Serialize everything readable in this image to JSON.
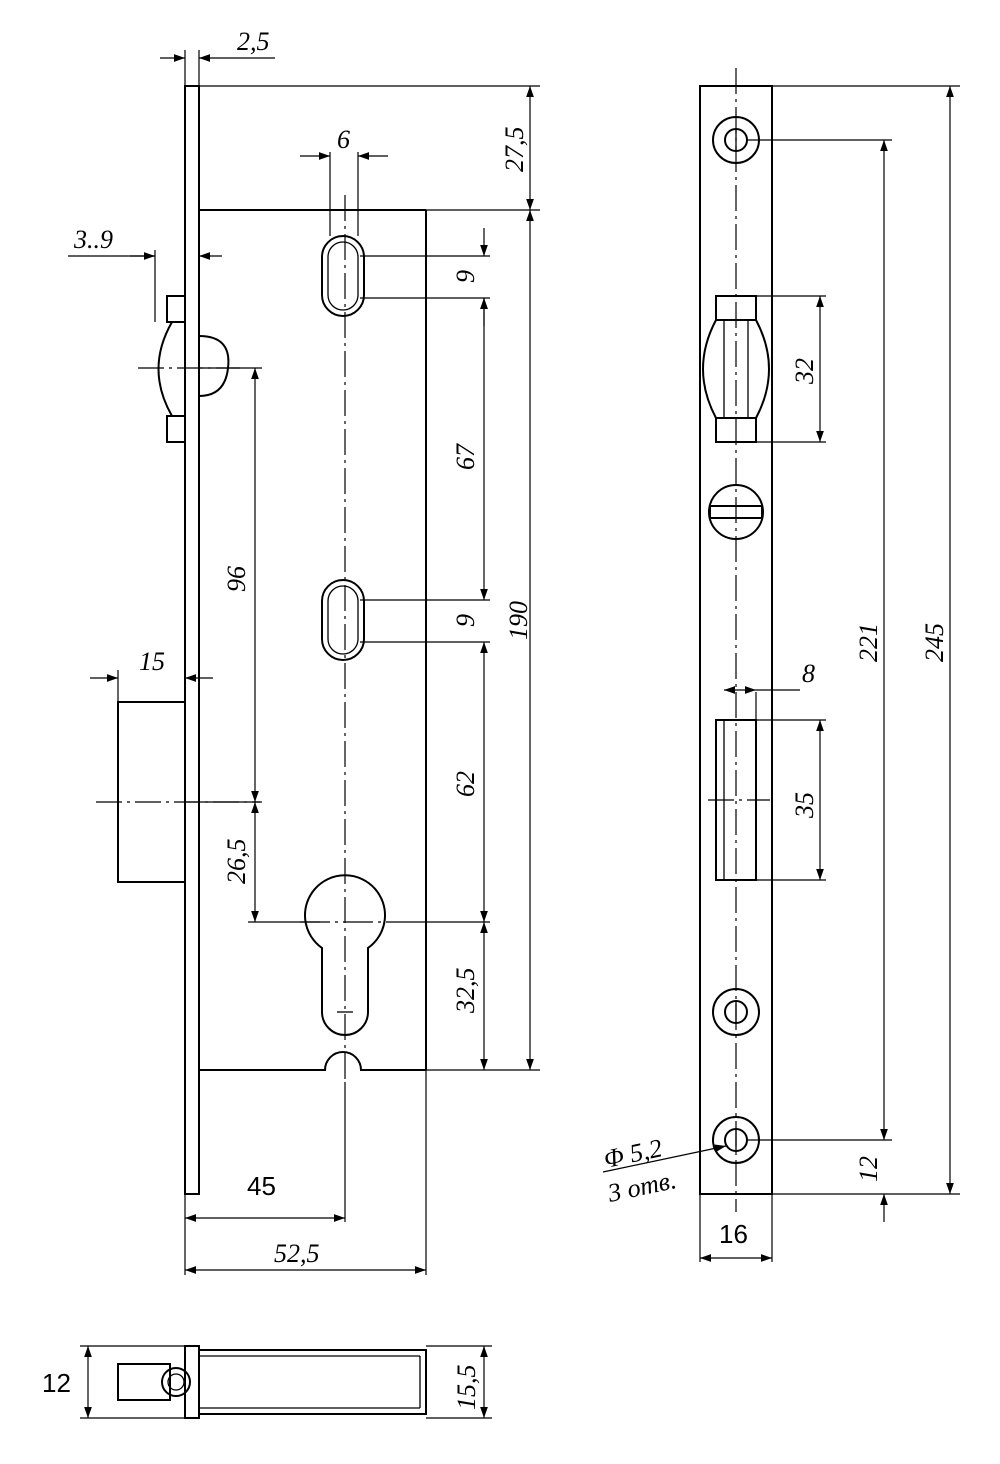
{
  "front_view": {
    "dims": {
      "faceplate_thickness": "2,5",
      "slot_width": "6",
      "top_offset": "27,5",
      "latch_offset": "3..9",
      "slot1_height": "9",
      "slot_spacing_1": "67",
      "latch_to_cylinder": "96",
      "slot2_height": "9",
      "body_height": "190",
      "bolt_projection": "15",
      "slot_spacing_2": "62",
      "bolt_to_cylinder": "26,5",
      "cylinder_to_bottom": "32,5",
      "backset": "45",
      "body_depth": "52,5"
    }
  },
  "side_view": {
    "dims": {
      "latch_height": "32",
      "bolt_width": "8",
      "bolt_height": "35",
      "hole_spacing": "221",
      "plate_length": "245",
      "hole_diameter": "Φ 5,2",
      "hole_count": "3 отв.",
      "hole_edge_offset": "12",
      "plate_width": "16"
    }
  },
  "bottom_view": {
    "dims": {
      "body_width": "12",
      "faceplate_depth": "15,5"
    }
  }
}
